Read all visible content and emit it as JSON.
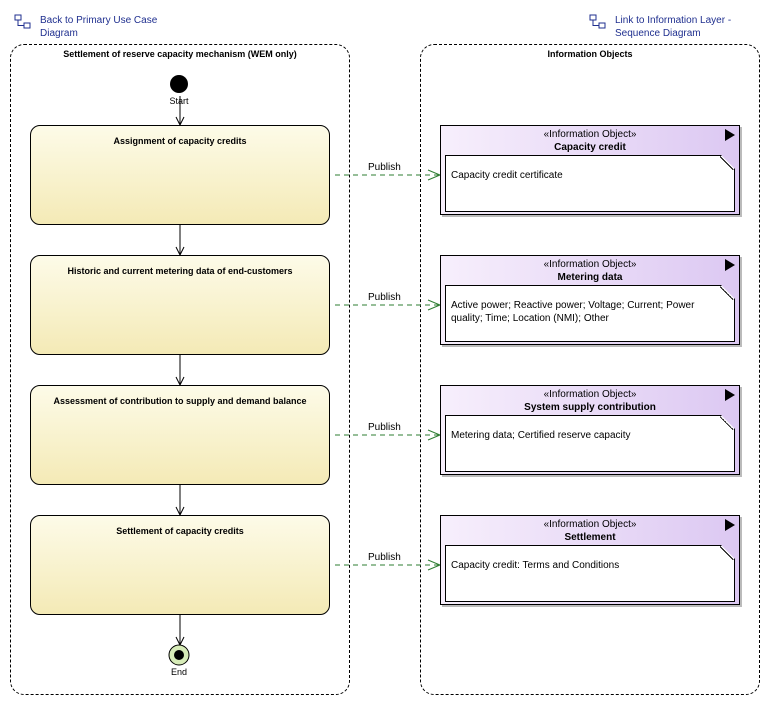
{
  "links": {
    "back": "Back to Primary Use Case Diagram",
    "info_layer": "Link to Information Layer - Sequence Diagram"
  },
  "lanes": {
    "left_title": "Settlement of reserve capacity mechanism (WEM only)",
    "right_title": "Information Objects"
  },
  "nodes": {
    "start": "Start",
    "end": "End"
  },
  "actions": [
    {
      "name": "Assignment of capacity credits"
    },
    {
      "name": "Historic and current metering data of end-customers"
    },
    {
      "name": "Assessment of contribution to supply and demand balance"
    },
    {
      "name": "Settlement of capacity credits"
    }
  ],
  "flow_label": "Publish",
  "objects": [
    {
      "stereotype": "«Information Object»",
      "name": "Capacity credit",
      "text": "Capacity credit certificate"
    },
    {
      "stereotype": "«Information Object»",
      "name": "Metering data",
      "text": "Active power; Reactive power; Voltage; Current; Power quality; Time; Location (NMI); Other"
    },
    {
      "stereotype": "«Information Object»",
      "name": "System supply contribution",
      "text": "Metering data; Certified reserve capacity"
    },
    {
      "stereotype": "«Information Object»",
      "name": "Settlement",
      "text": "Capacity credit: Terms and Conditions"
    }
  ],
  "colors": {
    "action_fill": "#f4eab6",
    "object_fill": "#dcc8f2",
    "flow_line": "#2e7d32",
    "link_text": "#1f2f8f"
  }
}
